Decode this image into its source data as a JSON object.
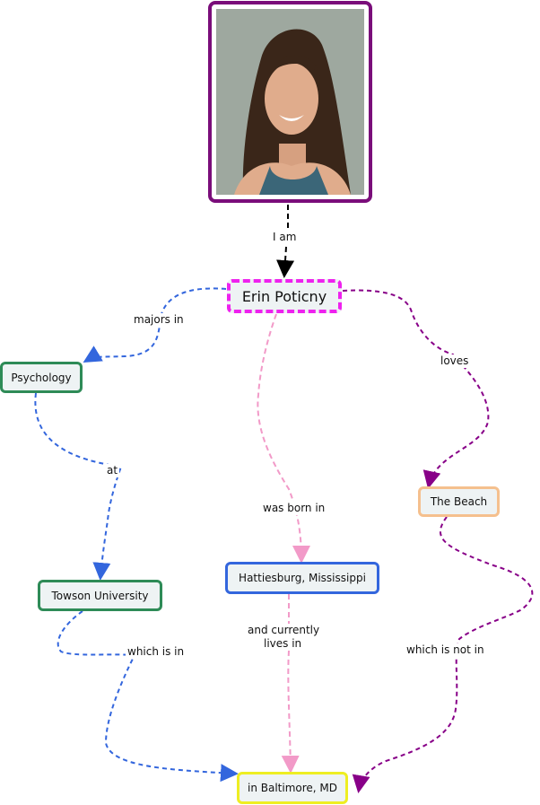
{
  "nodes": {
    "erin": "Erin Poticny",
    "psychology": "Psychology",
    "towson": "Towson University",
    "hattiesburg": "Hattiesburg, Mississippi",
    "beach": "The Beach",
    "baltimore": "in Baltimore, MD"
  },
  "links": {
    "i_am": "I am",
    "majors_in": "majors in",
    "at": "at",
    "which_is_in": "which is in",
    "was_born_in": "was born in",
    "currently_line1": "and currently",
    "currently_line2": "lives in",
    "loves": "loves",
    "which_is_not_in": "which is not in"
  },
  "colors": {
    "photo_border": "#7a0d7a",
    "erin_border": "#ee22ee",
    "green_border": "#2e8b57",
    "blue_border": "#3366dd",
    "beach_border": "#f5c08e",
    "baltimore_border": "#eeee22",
    "blue_link": "#3366dd",
    "pink_link": "#f29ac8",
    "purple_link": "#880088",
    "black_link": "#000000"
  }
}
